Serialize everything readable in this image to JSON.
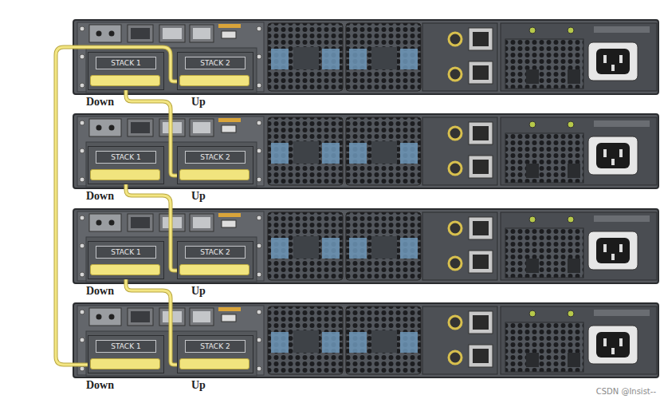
{
  "diagram": {
    "nodes": [
      {
        "text": [
          "STACK 1"
        ]
      },
      {
        "text": [
          "STACK 2"
        ]
      },
      {
        "text": [
          "STACK 1"
        ]
      },
      {
        "text": [
          "STACK 2"
        ]
      },
      {
        "text": [
          "STACK 1"
        ]
      },
      {
        "text": [
          "STACK 2"
        ]
      },
      {
        "text": [
          "STACK 1"
        ]
      },
      {
        "text": [
          "STACK 2"
        ]
      }
    ],
    "edges": [
      {
        "from": 0,
        "to": 3,
        "arrow": "none"
      },
      {
        "from": 2,
        "to": 5,
        "arrow": "none"
      },
      {
        "from": 4,
        "to": 7,
        "arrow": "none"
      },
      {
        "from": 6,
        "to": 1,
        "arrow": "none"
      }
    ],
    "labels": [
      "Down",
      "Up",
      "Down",
      "Up",
      "Down",
      "Up",
      "Down",
      "Up",
      "CSDN @Insist--"
    ]
  }
}
